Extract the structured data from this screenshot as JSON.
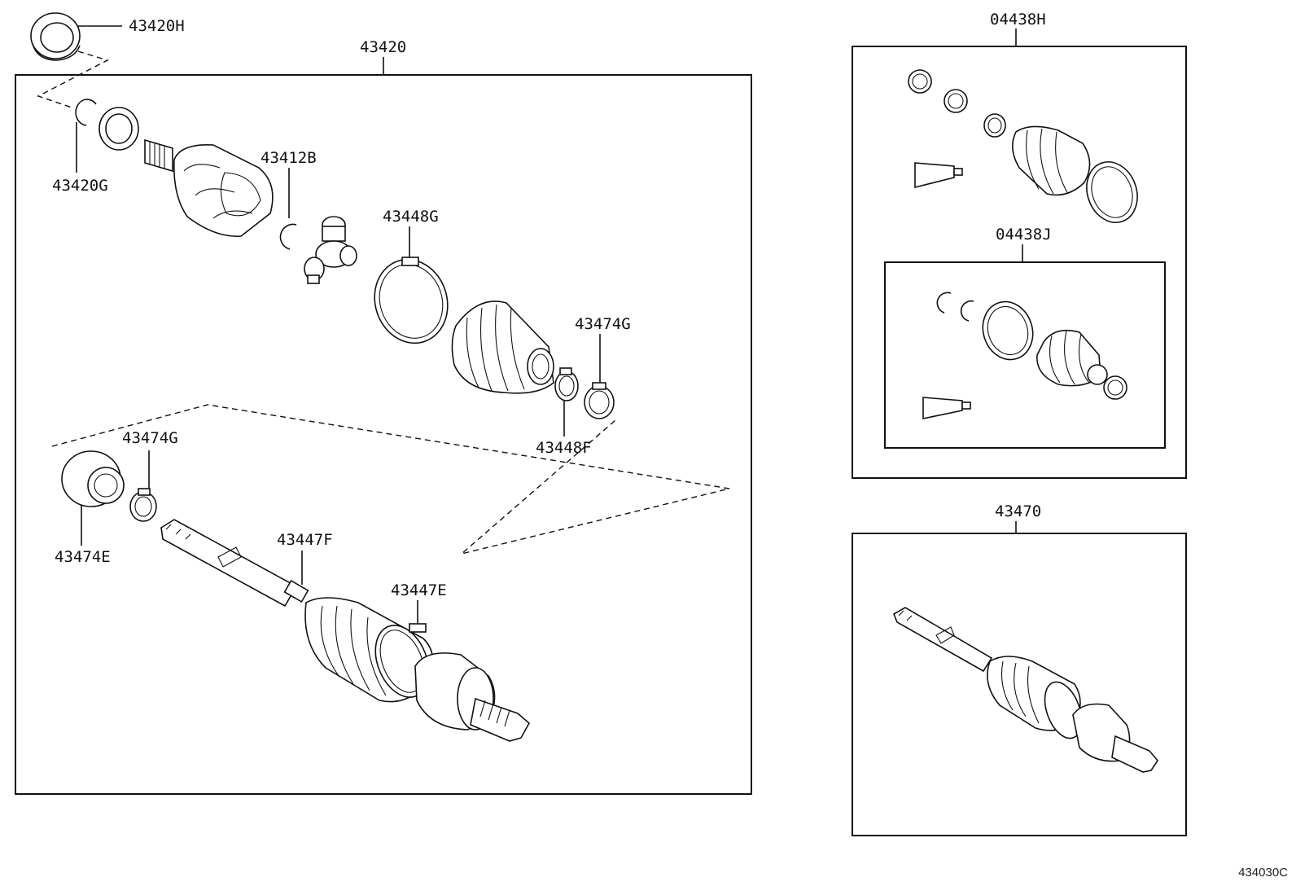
{
  "labels": {
    "p43420H": "43420H",
    "p43420": "43420",
    "p43420G": "43420G",
    "p43412B": "43412B",
    "p43448G": "43448G",
    "p43474G_top": "43474G",
    "p43448F": "43448F",
    "p43474G_bottom": "43474G",
    "p43474E": "43474E",
    "p43447F": "43447F",
    "p43447E": "43447E",
    "p04438H": "04438H",
    "p04438J": "04438J",
    "p43470": "43470"
  },
  "figure_code": "434030C"
}
